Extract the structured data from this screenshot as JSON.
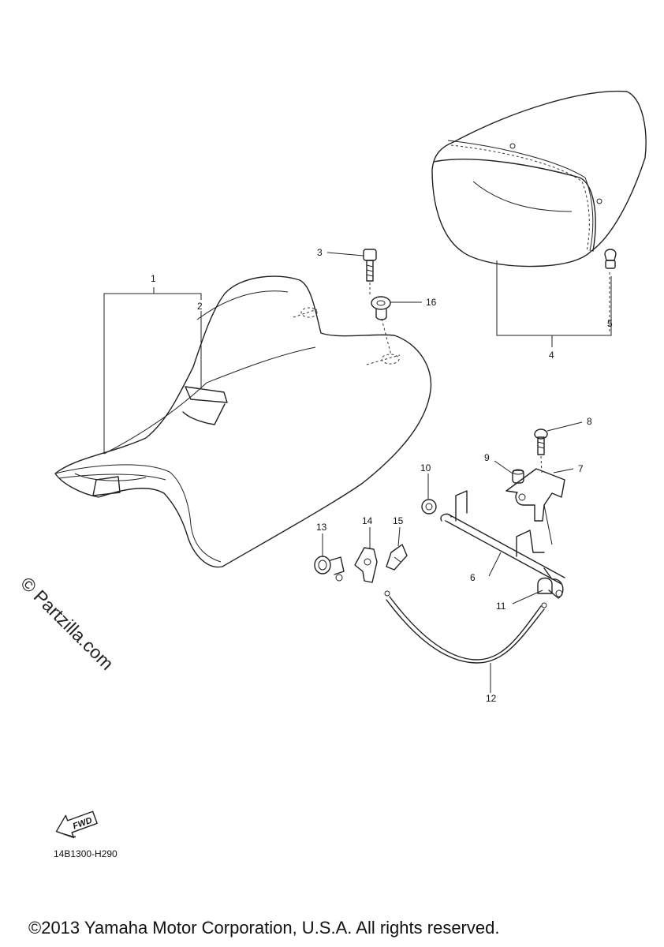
{
  "callouts": [
    {
      "id": "1",
      "label": "1"
    },
    {
      "id": "2",
      "label": "2"
    },
    {
      "id": "3",
      "label": "3"
    },
    {
      "id": "4",
      "label": "4"
    },
    {
      "id": "5",
      "label": "5"
    },
    {
      "id": "6",
      "label": "6"
    },
    {
      "id": "7",
      "label": "7"
    },
    {
      "id": "8",
      "label": "8"
    },
    {
      "id": "9",
      "label": "9"
    },
    {
      "id": "10",
      "label": "10"
    },
    {
      "id": "11",
      "label": "11"
    },
    {
      "id": "12",
      "label": "12"
    },
    {
      "id": "13",
      "label": "13"
    },
    {
      "id": "14",
      "label": "14"
    },
    {
      "id": "15",
      "label": "15"
    },
    {
      "id": "16",
      "label": "16"
    }
  ],
  "fwd_label": "FWD",
  "diagram_code": "14B1300-H290",
  "watermark": "© Partzilla.com",
  "copyright": "©2013 Yamaha Motor Corporation, U.S.A. All rights reserved."
}
